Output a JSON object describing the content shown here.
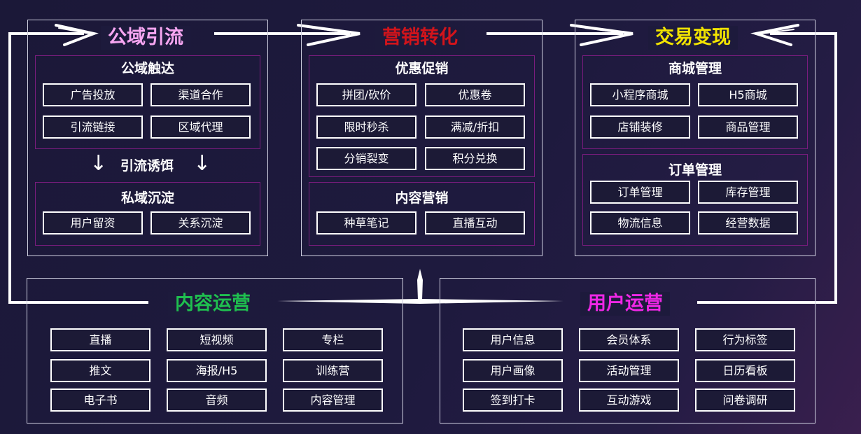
{
  "panels": {
    "public": {
      "title": "公域引流",
      "title_color": "#f7a6f2",
      "sub1": {
        "title": "公域触达",
        "items": [
          "广告投放",
          "渠道合作",
          "引流链接",
          "区域代理"
        ]
      },
      "bait": "引流诱饵",
      "sub2": {
        "title": "私域沉淀",
        "items": [
          "用户留资",
          "关系沉淀"
        ]
      }
    },
    "marketing": {
      "title": "营销转化",
      "title_color": "#d2141b",
      "sub1": {
        "title": "优惠促销",
        "items": [
          "拼团/砍价",
          "优惠卷",
          "限时秒杀",
          "满减/折扣",
          "分销裂变",
          "积分兑换"
        ]
      },
      "sub2": {
        "title": "内容营销",
        "items": [
          "种草笔记",
          "直播互动"
        ]
      }
    },
    "trade": {
      "title": "交易变现",
      "title_color": "#f2e400",
      "sub1": {
        "title": "商城管理",
        "items": [
          "小程序商城",
          "H5商城",
          "店铺装修",
          "商品管理"
        ]
      },
      "sub2": {
        "title": "订单管理",
        "items": [
          "订单管理",
          "库存管理",
          "物流信息",
          "经营数据"
        ]
      }
    },
    "content": {
      "title": "内容运营",
      "title_color": "#1fbf4f",
      "items": [
        "直播",
        "短视频",
        "专栏",
        "推文",
        "海报/H5",
        "训练营",
        "电子书",
        "音频",
        "内容管理"
      ]
    },
    "user": {
      "title": "用户运营",
      "title_color": "#ef27e6",
      "items": [
        "用户信息",
        "会员体系",
        "行为标签",
        "用户画像",
        "活动管理",
        "日历看板",
        "签到打卡",
        "互动游戏",
        "问卷调研"
      ]
    }
  },
  "icons": {
    "flow_arrow": "brush-arrow-icon",
    "down_arrow": "down-arrow-icon"
  }
}
